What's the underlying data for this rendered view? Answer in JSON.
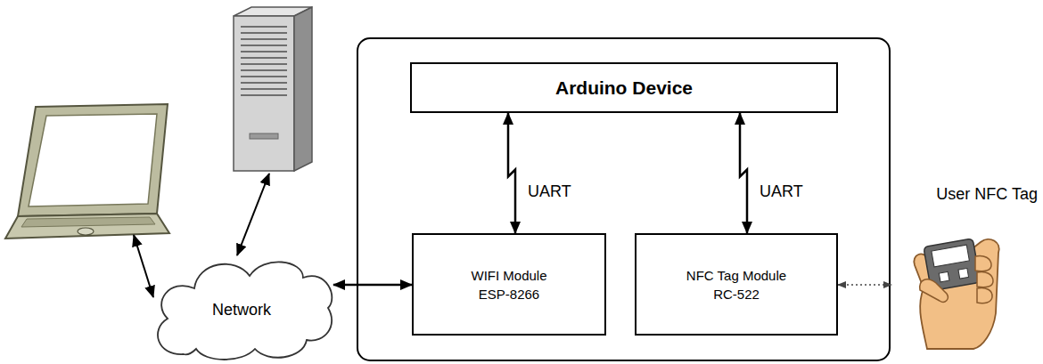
{
  "diagram": {
    "nodes": [
      {
        "text": [
          "Network"
        ]
      },
      {
        "text": [
          "Arduino Device"
        ]
      },
      {
        "text": [
          "WIFI Module",
          "ESP-8266"
        ]
      },
      {
        "text": [
          "NFC Tag Module",
          "RC-522"
        ]
      },
      {
        "text": [
          "User NFC Tag"
        ]
      }
    ],
    "edges": [
      {
        "from": 1,
        "to": 2,
        "label": "UART",
        "arrow": "both"
      },
      {
        "from": 1,
        "to": 3,
        "label": "UART",
        "arrow": "both"
      },
      {
        "from": 0,
        "to": 2,
        "arrow": "both"
      },
      {
        "from": 3,
        "to": 4,
        "arrow": "both"
      }
    ]
  }
}
